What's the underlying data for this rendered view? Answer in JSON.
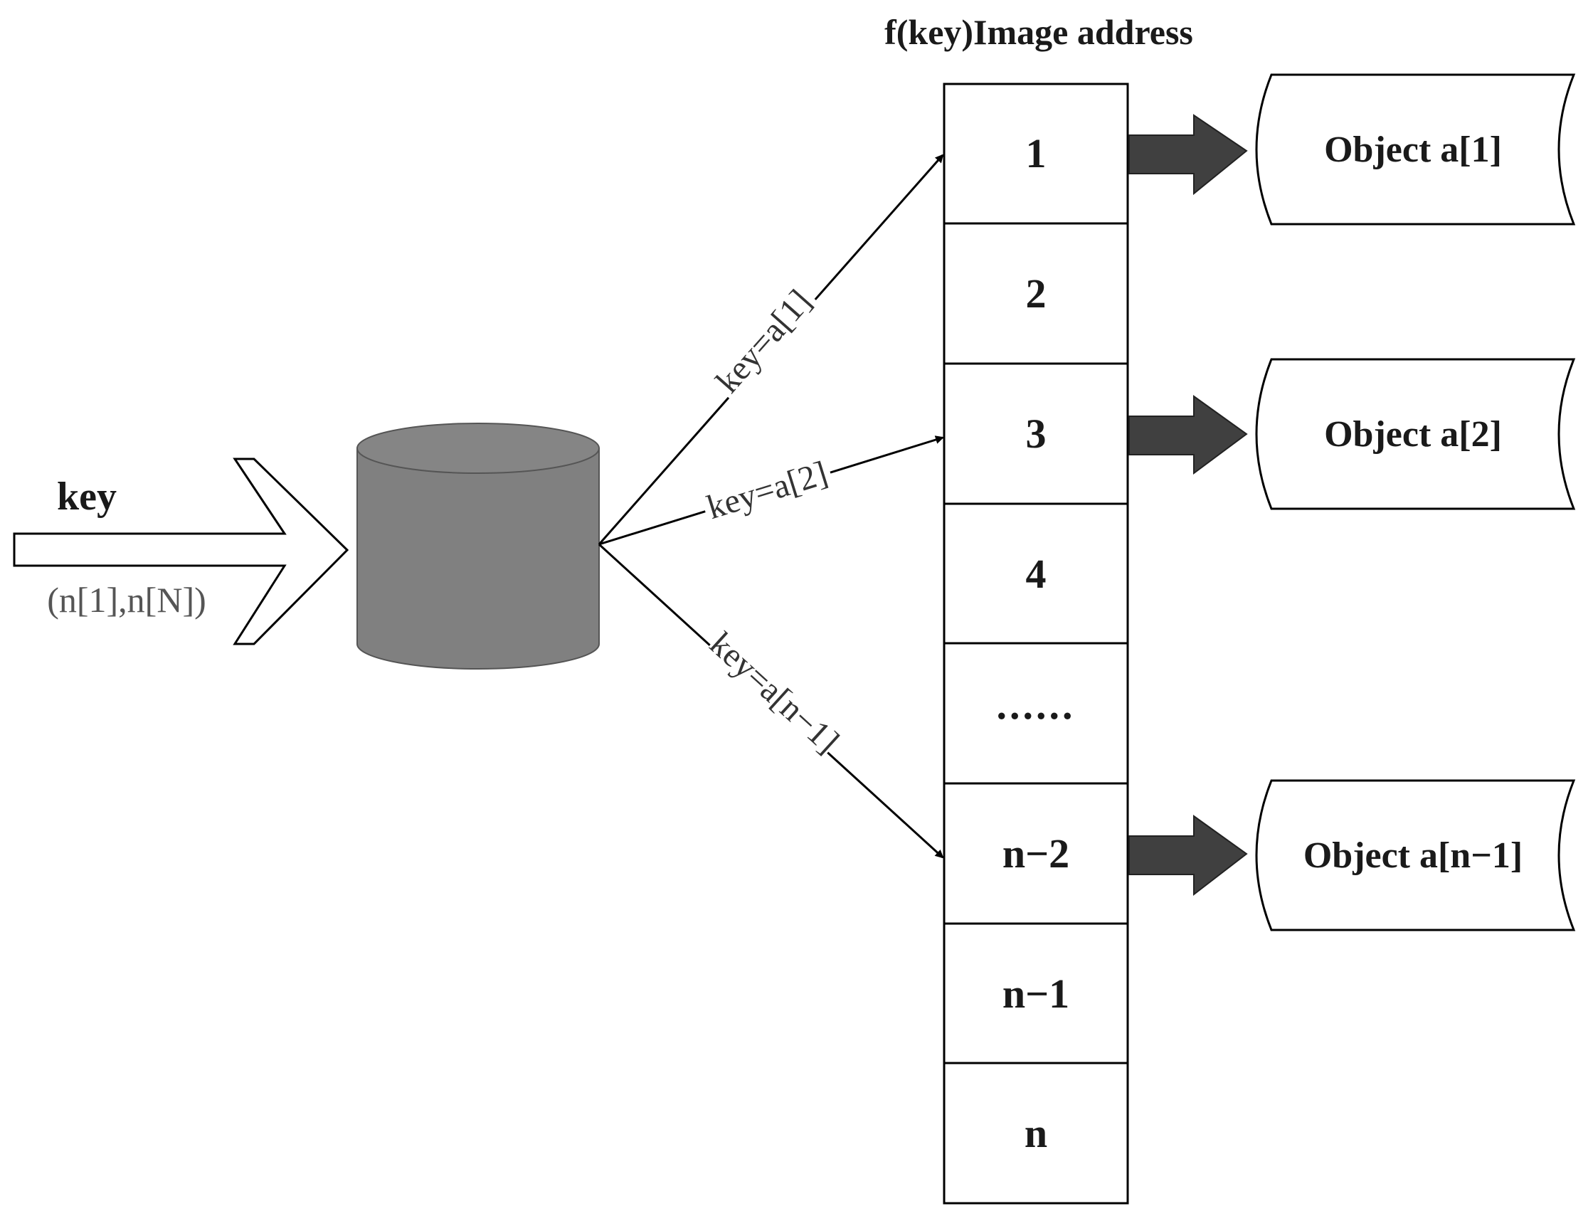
{
  "diagram": {
    "title": "f(key)Image address",
    "input": {
      "key_label": "key",
      "range_label": "(n[1],n[N])"
    },
    "edges": [
      {
        "label": "key=a[1]"
      },
      {
        "label": "key=a[2]"
      },
      {
        "label": "key=a[n−1]"
      }
    ],
    "table_cells": [
      "1",
      "2",
      "3",
      "4",
      "......",
      "n−2",
      "n−1",
      "n"
    ],
    "objects": [
      {
        "label": "Object a[1]"
      },
      {
        "label": "Object a[2]"
      },
      {
        "label": "Object a[n−1]"
      }
    ],
    "colors": {
      "cylinder": "#808080",
      "block_arrow": "#404040",
      "stroke": "#000000"
    }
  }
}
